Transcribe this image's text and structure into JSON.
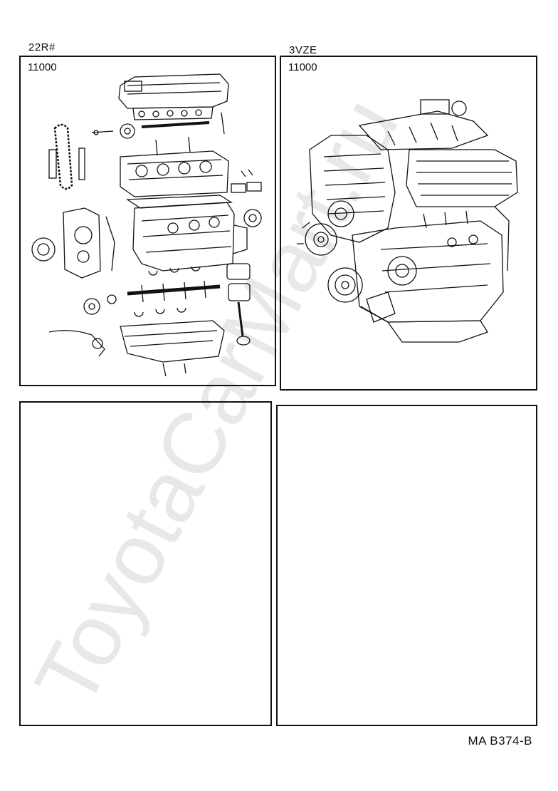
{
  "panels": [
    {
      "model": "22R#",
      "part_code": "11000",
      "illustration": "exploded-engine-diagram"
    },
    {
      "model": "3VZE",
      "part_code": "11000",
      "illustration": "assembled-v6-engine-illustration"
    },
    {
      "model": "",
      "part_code": "",
      "illustration": ""
    },
    {
      "model": "",
      "part_code": "",
      "illustration": ""
    }
  ],
  "watermark": "ToyotaCarMart.ru",
  "footer_code": "MA B374-B"
}
